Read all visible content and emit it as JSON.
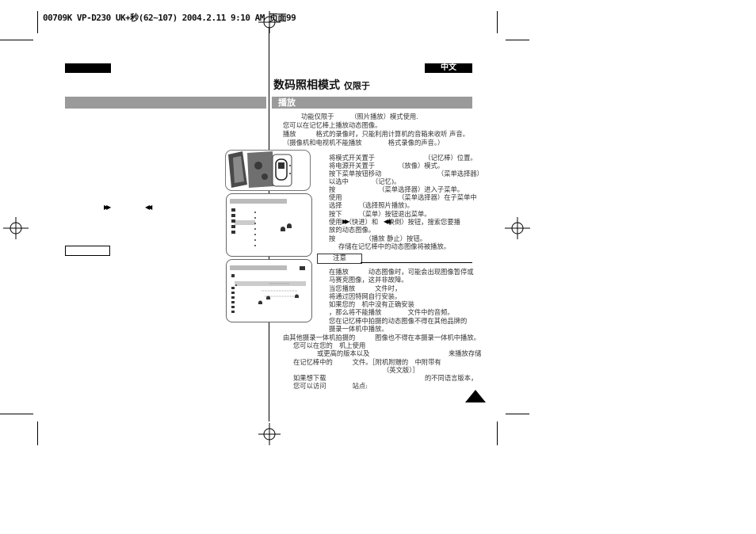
{
  "print_header": "00709K VP-D230 UK+秒(62~107) 2004.2.11 9:10 AM 页面99",
  "lang_left": "",
  "lang_right": "中文",
  "page_title": "数码照相模式",
  "page_title_suffix": "仅限于",
  "left_section_title": "",
  "right_section_title": "播放",
  "intro_lines": [
    "功能仅限于　　　（照片播放）模式使用.",
    "您可以在记忆棒上播放动态图像。",
    "播放　　　格式的录像时，只能利用计算机的音箱来收听 声音。",
    "（摄像机和电视机不能播放　　　　格式录像的声音。）"
  ],
  "step_lines": [
    "将模式开关置于　　　　　　　　（记忆棒）位置。",
    "将电源开关置于　　　　（放像）模式。",
    "按下菜单按钮移动　　　　　　　　　（菜单选择器）",
    "以选中　　　　（记忆)。",
    "按　　　　　　　（菜单选择器）进入子菜单。",
    "使用　　　　　　　　　（菜单选择器）在子菜单中",
    "选择　　　（选择照片播放)。",
    "按下　　　（菜单）按钮退出菜单。",
    "使用　（快进）和　（快倒）按钮，搜索您要播",
    "放的动态图像。",
    "按　　　　　（播放 静止）按钮。",
    "存储在记忆棒中的动态图像将被播放。"
  ],
  "note_label": "注意",
  "note_lines": [
    "在播放　　　动态图像时，可能会出现图像暂停或",
    "马赛克图像，这并非故障。",
    "当您播放　　　文件时，",
    "将通过因特网自行安装。",
    "如果您的　机中没有正确安装",
    "，那么将不能播放　　　　文件中的音频。",
    "您在记忆棒中拍摄的动态图像不得在其他品牌的",
    "摄录一体机中播放。",
    "由其他摄录一体机拍摄的　　　图像也不得在本摄录一体机中播放。",
    "您可以在您的　机上使用",
    "或更高的版本以及　　　　　　　　　　　　来播放存储",
    "在记忆棒中的　　　文件。［附机附赠的　中附带有",
    "（英文版）］",
    "如果想下载　　　　　　　　　　　　　　　的不同语言版本，",
    "您可以访问　　　　站点:"
  ],
  "left_note_label": "",
  "arrow_ff": "▶▶",
  "arrow_rew": "◀◀",
  "page_number": ""
}
